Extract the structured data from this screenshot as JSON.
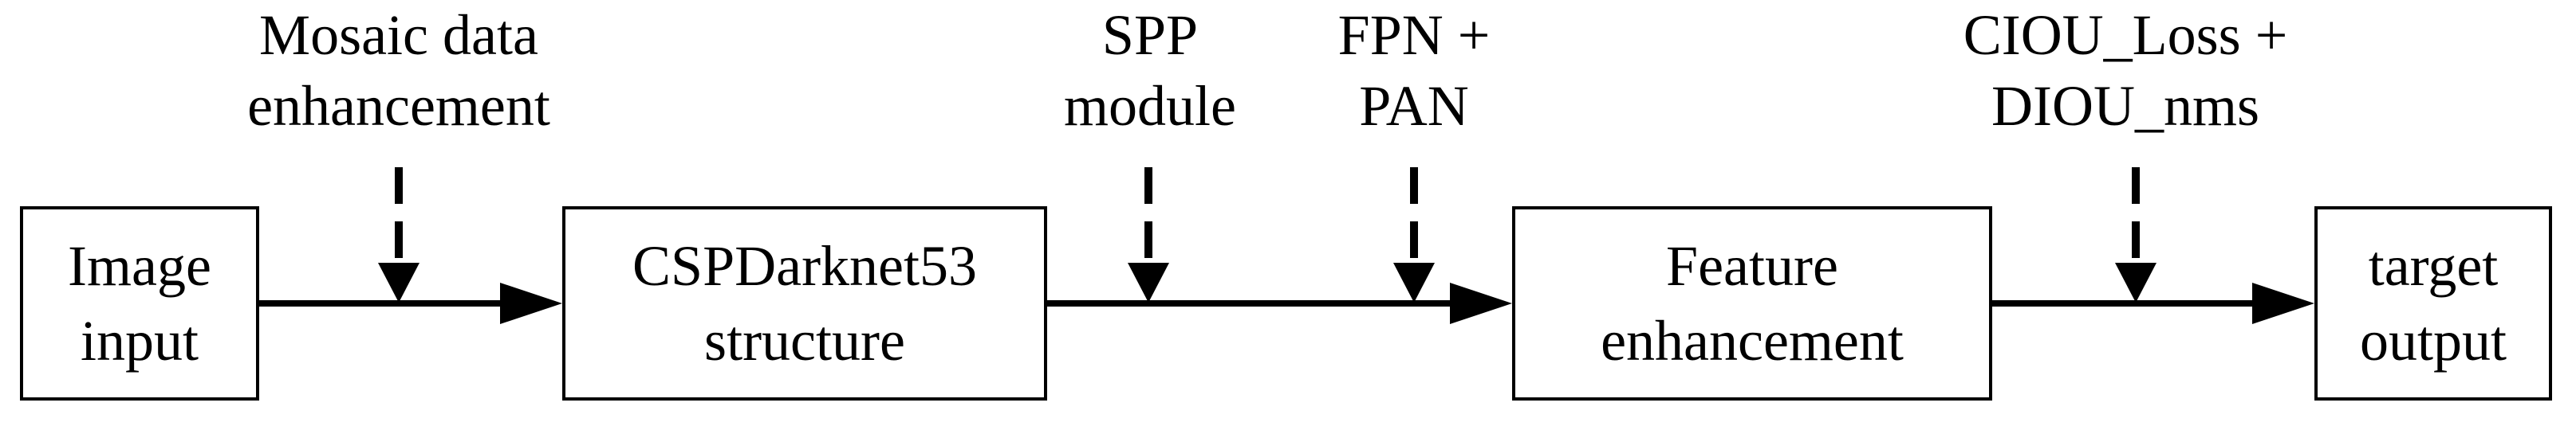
{
  "diagram": {
    "title": "Object detection pipeline flowchart",
    "colors": {
      "ink": "#000000",
      "background": "#ffffff"
    },
    "nodes": [
      {
        "id": "image-input",
        "label": "Image\ninput"
      },
      {
        "id": "cspdarknet53-structure",
        "label": "CSPDarknet53\nstructure"
      },
      {
        "id": "feature-enhancement",
        "label": "Feature\nenhancement"
      },
      {
        "id": "target-output",
        "label": "target\noutput"
      }
    ],
    "annotations": [
      {
        "id": "mosaic",
        "label": "Mosaic data\nenhancement"
      },
      {
        "id": "spp",
        "label": "SPP\nmodule"
      },
      {
        "id": "fpn-pan",
        "label": "FPN +\nPAN"
      },
      {
        "id": "ciou-diou",
        "label": "CIOU_Loss +\nDIOU_nms"
      }
    ],
    "edges": [
      {
        "from": "image-input",
        "to": "cspdarknet53-structure"
      },
      {
        "from": "cspdarknet53-structure",
        "to": "feature-enhancement"
      },
      {
        "from": "feature-enhancement",
        "to": "target-output"
      }
    ]
  }
}
